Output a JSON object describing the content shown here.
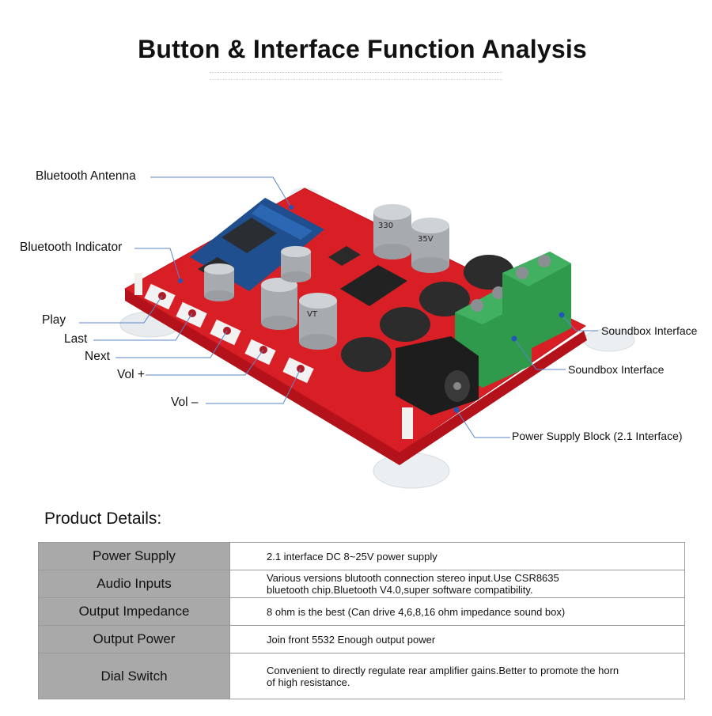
{
  "page": {
    "title": "Button & Interface Function Analysis"
  },
  "callouts": {
    "bluetooth_antenna": "Bluetooth Antenna",
    "bluetooth_indicator": "Bluetooth Indicator",
    "play": "Play",
    "last": "Last",
    "next": "Next",
    "vol_plus": "Vol +",
    "vol_minus": "Vol –",
    "soundbox_interface_1": "Soundbox Interface",
    "soundbox_interface_2": "Soundbox Interface",
    "power_supply_block": "Power Supply Block (2.1 Interface)"
  },
  "board_text": {
    "cap_label_a": "330",
    "cap_label_b": "35V",
    "cap_label_c": "VT"
  },
  "product_details": {
    "title": "Product Details:",
    "rows": [
      {
        "key": "Power Supply",
        "value": "2.1 interface DC 8~25V power supply"
      },
      {
        "key": "Audio Inputs",
        "value": "Various versions blutooth connection stereo input.Use CSR8635\n bluetooth chip.Bluetooth V4.0,super software compatibility."
      },
      {
        "key": "Output Impedance",
        "value": "8 ohm is the best (Can drive 4,6,8,16 ohm impedance sound box)"
      },
      {
        "key": "Output Power",
        "value": "Join front 5532  Enough output power"
      },
      {
        "key": "Dial Switch",
        "value": "Convenient to directly regulate rear amplifier gains.Better to promote the horn\nof high resistance."
      }
    ]
  },
  "colors": {
    "board_red": "#d91f26",
    "terminal_green": "#2f9a4c",
    "capacitor_silver": "#b8bcc0",
    "callout_line": "#5a86c8",
    "table_key_bg": "#a9a9a9"
  }
}
